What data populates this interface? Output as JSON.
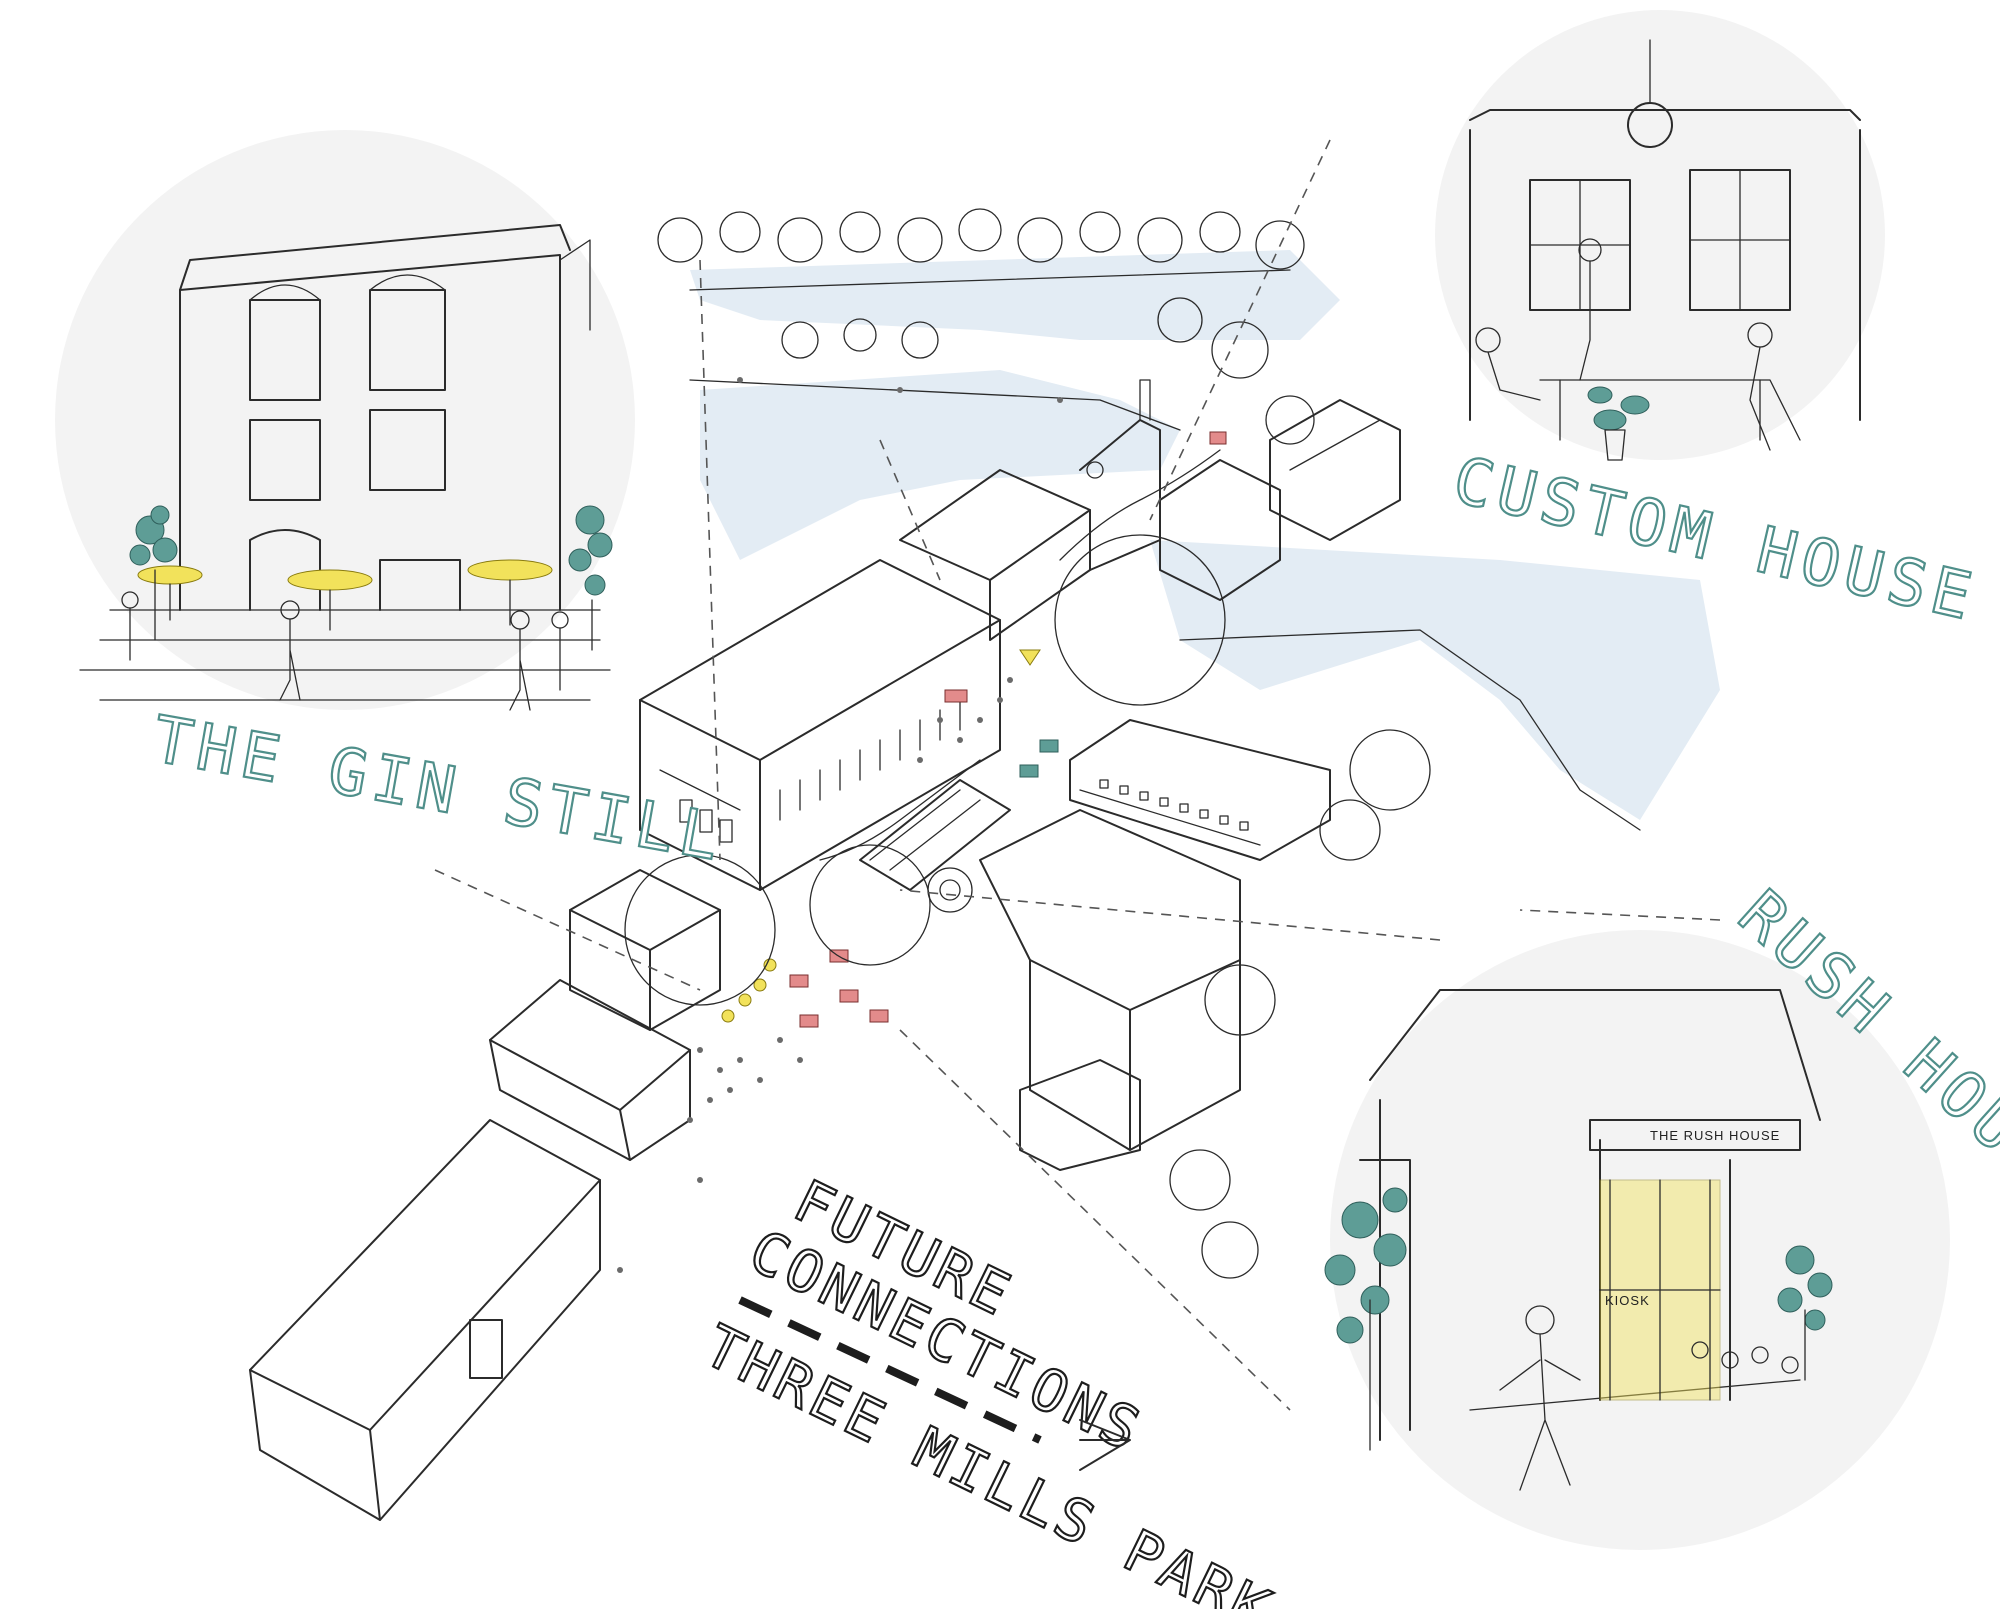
{
  "labels": {
    "gin_still": "THE GIN STILL",
    "custom_house": "CUSTOM HOUSE",
    "rush_house": "RUSH HOUSE",
    "future_line1": "FUTURE",
    "future_line2": "CONNECTIONS",
    "three_mills": "THREE MILLS PARK"
  },
  "signs": {
    "rush_house_sign": "THE RUSH HOUSE",
    "kiosk": "KIOSK"
  },
  "colors": {
    "teal": "#5e9d96",
    "yellow": "#f2e25b",
    "red": "#e38b8b",
    "water": "#e3ecf4",
    "ink": "#2b2b2b"
  }
}
